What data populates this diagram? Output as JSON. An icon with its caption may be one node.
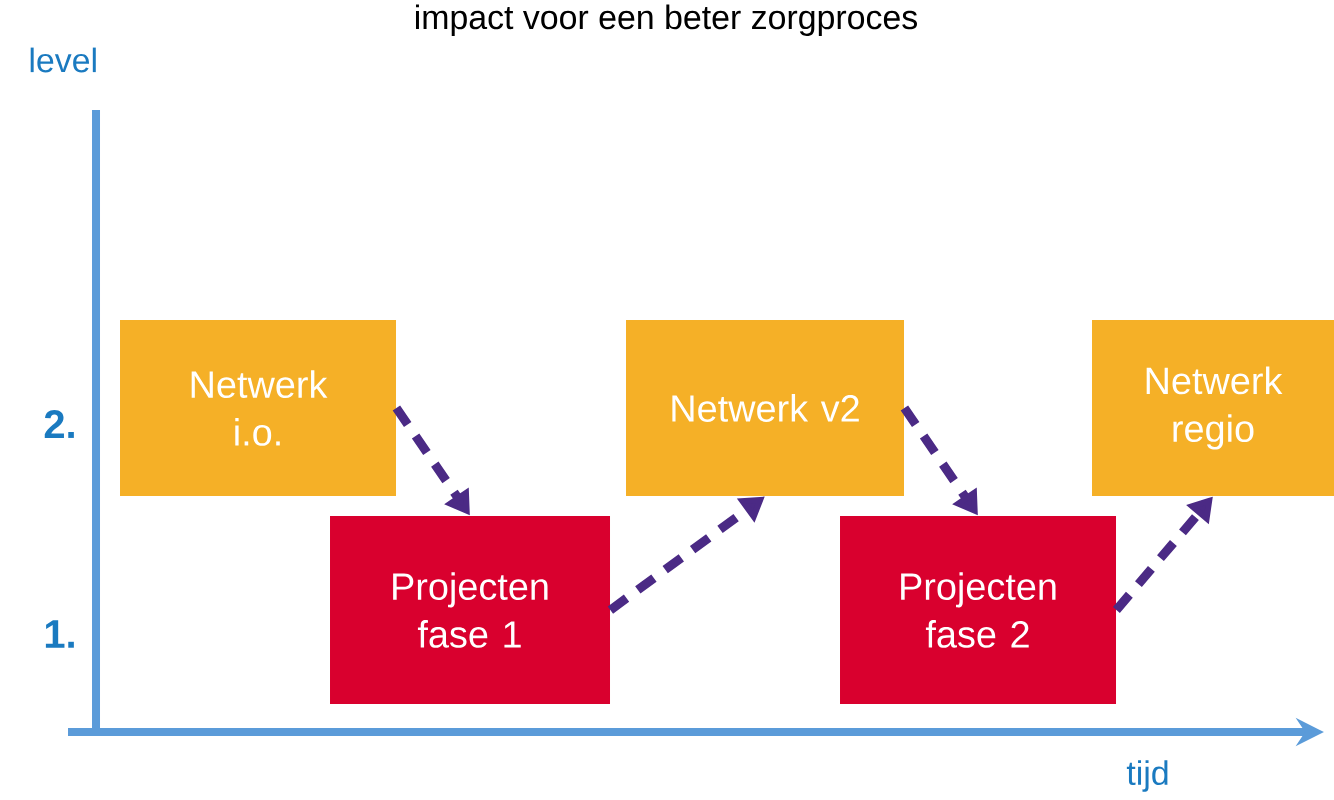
{
  "diagram": {
    "title": "impact voor een beter zorgproces",
    "nodes": [
      {
        "text": [
          "Netwerk i.o."
        ]
      },
      {
        "text": [
          "Projecten fase 1"
        ]
      },
      {
        "text": [
          "Netwerk v2"
        ]
      },
      {
        "text": [
          "Projecten fase 2"
        ]
      },
      {
        "text": [
          "Netwerk regio"
        ]
      }
    ],
    "edges": [
      {
        "from": 0,
        "to": 1,
        "arrow": "to",
        "style": "dashed"
      },
      {
        "from": 1,
        "to": 2,
        "arrow": "to",
        "style": "dashed"
      },
      {
        "from": 2,
        "to": 3,
        "arrow": "to",
        "style": "dashed"
      },
      {
        "from": 3,
        "to": 4,
        "arrow": "to",
        "style": "dashed"
      }
    ],
    "labels": [
      "level",
      "2.",
      "1.",
      "tijd"
    ]
  }
}
